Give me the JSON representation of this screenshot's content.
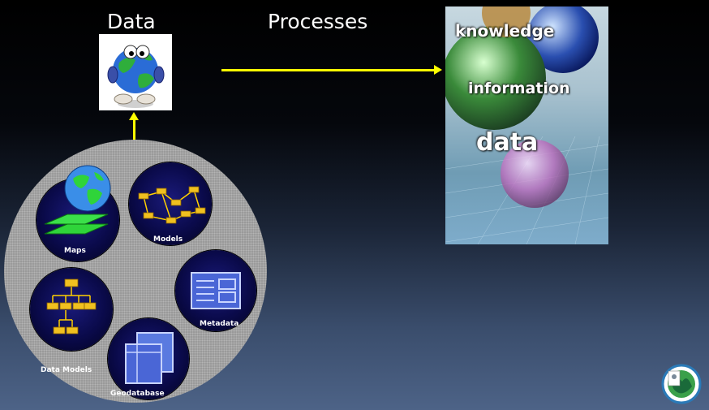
{
  "headings": {
    "data": "Data",
    "processes": "Processes"
  },
  "circle_items": [
    {
      "label": "Maps"
    },
    {
      "label": "Models"
    },
    {
      "label": "Data Models"
    },
    {
      "label": "Metadata"
    },
    {
      "label": "Geodatabase"
    }
  ],
  "hierarchy_image": {
    "words": [
      "knowledge",
      "information",
      "data"
    ]
  },
  "colors": {
    "arrow": "#ffff00",
    "circle": "#9a9a9a",
    "item_bg": "#0a0a4a"
  }
}
